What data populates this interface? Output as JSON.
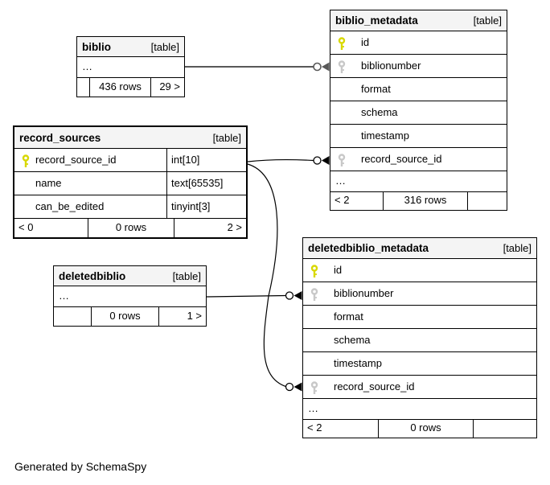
{
  "footer_note": "Generated by SchemaSpy",
  "colors": {
    "pk_key": "#d8d800",
    "fk_key": "#c8c8c8",
    "header_bg": "#f4f4f4",
    "border": "#000000",
    "relationship_line_gray": "#595959",
    "relationship_line_black": "#000000"
  },
  "tables": {
    "biblio": {
      "name": "biblio",
      "type_label": "[table]",
      "ellipsis": "…",
      "footer": {
        "left": "",
        "center": "436 rows",
        "right": "29 >"
      }
    },
    "biblio_metadata": {
      "name": "biblio_metadata",
      "type_label": "[table]",
      "columns": [
        {
          "name": "id",
          "key": "pk"
        },
        {
          "name": "biblionumber",
          "key": "fk"
        },
        {
          "name": "format",
          "key": ""
        },
        {
          "name": "schema",
          "key": ""
        },
        {
          "name": "timestamp",
          "key": ""
        },
        {
          "name": "record_source_id",
          "key": "fk"
        }
      ],
      "ellipsis": "…",
      "footer": {
        "left": "< 2",
        "center": "316 rows",
        "right": ""
      }
    },
    "record_sources": {
      "name": "record_sources",
      "type_label": "[table]",
      "columns": [
        {
          "name": "record_source_id",
          "type": "int[10]",
          "key": "pk"
        },
        {
          "name": "name",
          "type": "text[65535]",
          "key": ""
        },
        {
          "name": "can_be_edited",
          "type": "tinyint[3]",
          "key": ""
        }
      ],
      "footer": {
        "left": "< 0",
        "center": "0 rows",
        "right": "2 >"
      }
    },
    "deletedbiblio": {
      "name": "deletedbiblio",
      "type_label": "[table]",
      "ellipsis": "…",
      "footer": {
        "left": "",
        "center": "0 rows",
        "right": "1 >"
      }
    },
    "deletedbiblio_metadata": {
      "name": "deletedbiblio_metadata",
      "type_label": "[table]",
      "columns": [
        {
          "name": "id",
          "key": "pk"
        },
        {
          "name": "biblionumber",
          "key": "fk"
        },
        {
          "name": "format",
          "key": ""
        },
        {
          "name": "schema",
          "key": ""
        },
        {
          "name": "timestamp",
          "key": ""
        },
        {
          "name": "record_source_id",
          "key": "fk"
        }
      ],
      "ellipsis": "…",
      "footer": {
        "left": "< 2",
        "center": "0 rows",
        "right": ""
      }
    }
  },
  "relationships": [
    {
      "from": "biblio",
      "to": "biblio_metadata.biblionumber"
    },
    {
      "from": "record_sources.record_source_id",
      "to": "biblio_metadata.record_source_id"
    },
    {
      "from": "deletedbiblio",
      "to": "deletedbiblio_metadata.biblionumber"
    },
    {
      "from": "record_sources.record_source_id",
      "to": "deletedbiblio_metadata.record_source_id"
    }
  ]
}
